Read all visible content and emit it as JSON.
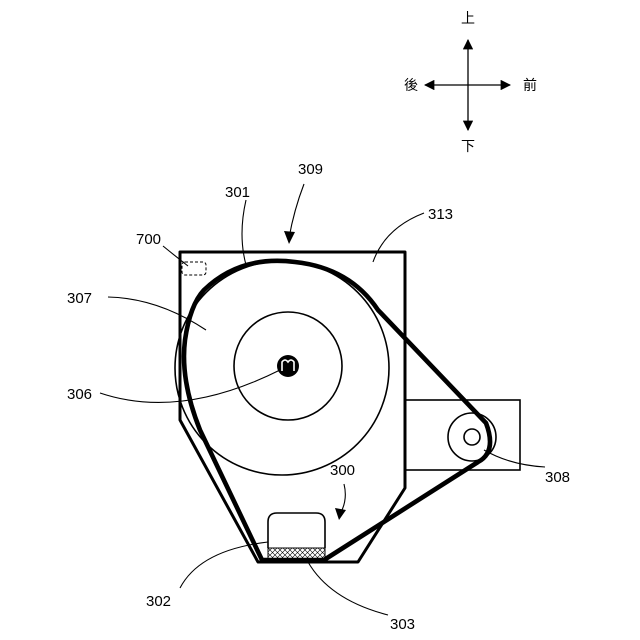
{
  "directions": {
    "up": "上",
    "down": "下",
    "back": "後",
    "front": "前"
  },
  "labels": {
    "l309": "309",
    "l301": "301",
    "l313": "313",
    "l700": "700",
    "l307": "307",
    "l306": "306",
    "l300": "300",
    "l308": "308",
    "l302": "302",
    "l303": "303"
  },
  "colors": {
    "line": "#000000",
    "background": "#ffffff"
  }
}
